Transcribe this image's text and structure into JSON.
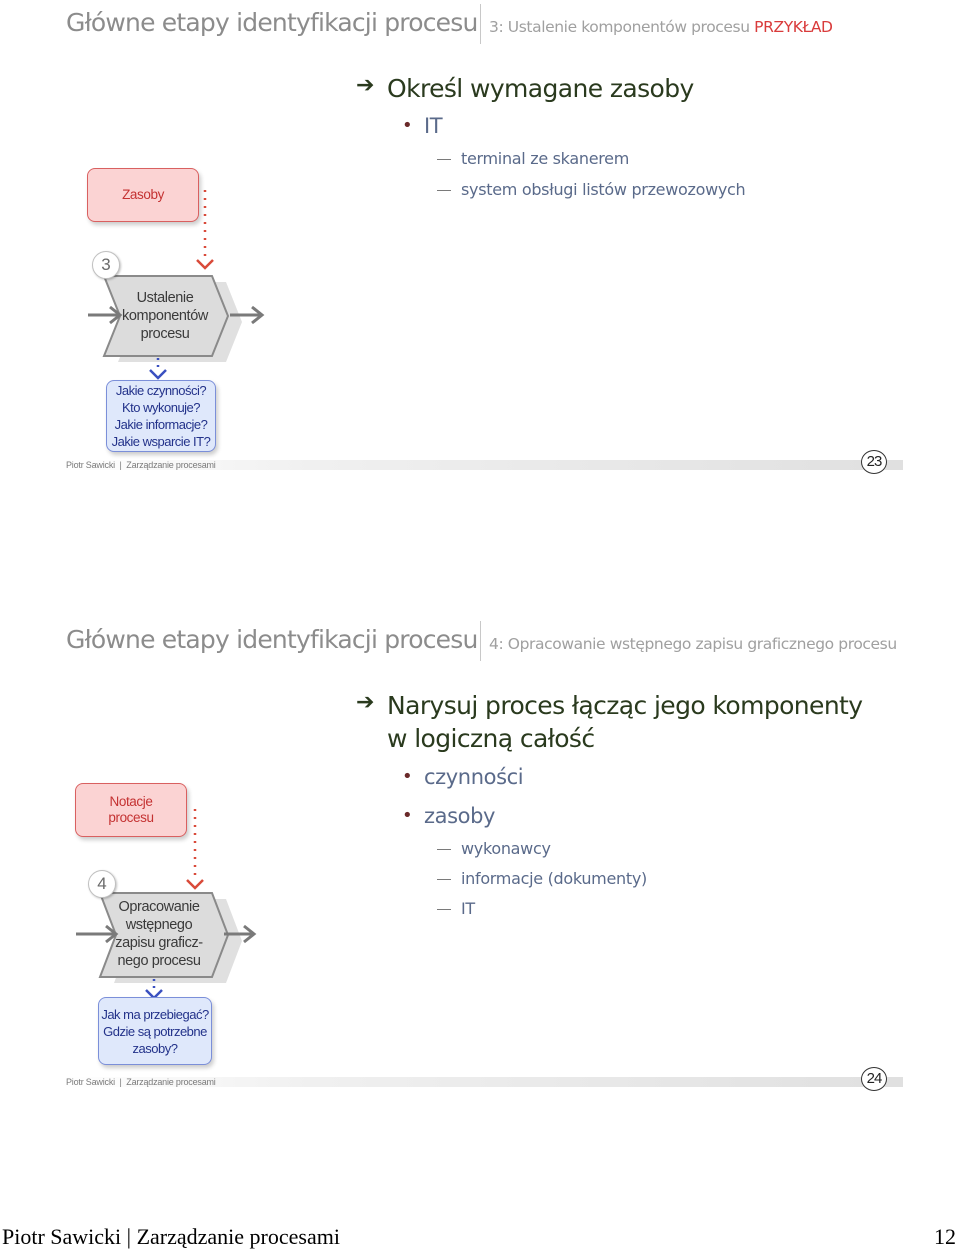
{
  "slide1": {
    "title": "Główne etapy identyfikacji procesu",
    "subtitle_main": "3: Ustalenie komponentów procesu ",
    "subtitle_accent": "PRZYKŁAD",
    "heading": "Określ wymagane zasoby",
    "bullets": [
      {
        "label": "IT",
        "subs": [
          "terminal ze skanerem",
          "system obsługi listów przewozowych"
        ]
      }
    ],
    "diagram": {
      "top_box": "Zasoby",
      "step_number": "3",
      "step_lines": [
        "Ustalenie",
        "komponentów",
        "procesu"
      ],
      "bottom_box_lines": [
        "Jakie czynności?",
        "Kto wykonuje?",
        "Jakie informacje?",
        "Jakie wsparcie IT?"
      ]
    },
    "footer": {
      "author": "Piotr Sawicki",
      "course": "Zarządzanie procesami"
    },
    "page_number": "23"
  },
  "slide2": {
    "title": "Główne etapy identyfikacji procesu",
    "subtitle_main": "4: Opracowanie wstępnego zapisu graficznego procesu",
    "heading_lines": [
      "Narysuj proces łącząc jego komponenty",
      "w logiczną całość"
    ],
    "bullets": [
      {
        "label": "czynności",
        "subs": []
      },
      {
        "label": "zasoby",
        "subs": [
          "wykonawcy",
          "informacje (dokumenty)",
          "IT"
        ]
      }
    ],
    "diagram": {
      "top_box_lines": [
        "Notacje",
        "procesu"
      ],
      "step_number": "4",
      "step_lines": [
        "Opracowanie",
        "wstępnego",
        "zapisu graficz-",
        "nego procesu"
      ],
      "bottom_box_lines": [
        "Jak ma przebiegać?",
        "Gdzie są potrzebne",
        "zasoby?"
      ]
    },
    "footer": {
      "author": "Piotr Sawicki",
      "course": "Zarządzanie procesami"
    },
    "page_number": "24"
  },
  "page_footer": {
    "left": "Piotr Sawicki | Zarządzanie procesami",
    "right": "12"
  },
  "colors": {
    "accent_red": "#d93b3b",
    "pink_box": "#fbd3d3",
    "blue_box": "#dfe8fb",
    "heading": "#2a3a1e",
    "bullet_text": "#5a6a8a"
  }
}
